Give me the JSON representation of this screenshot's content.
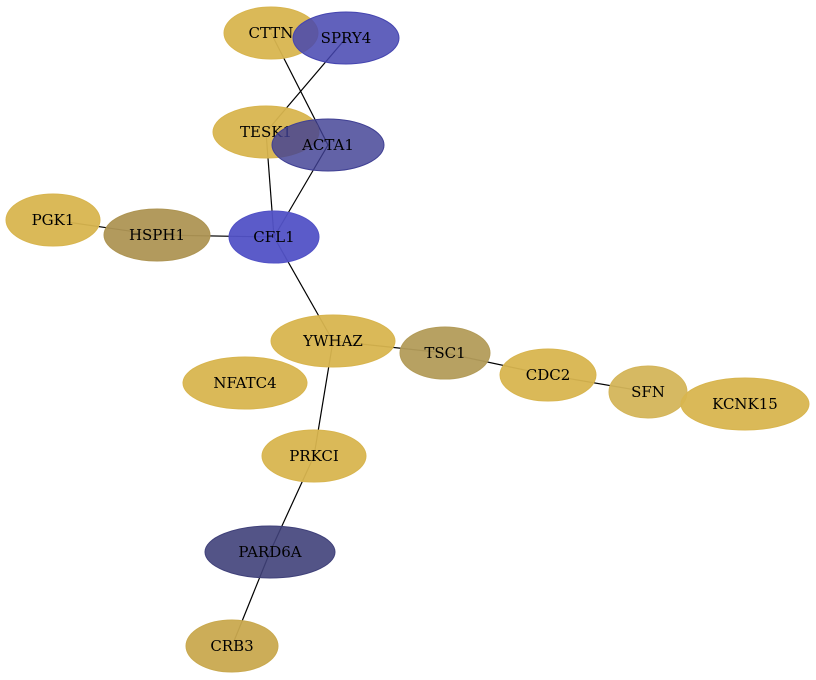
{
  "graph": {
    "colors": {
      "gold": "#d8b54f",
      "olive": "#ae9554",
      "dark_gold": "#b8a05e",
      "blue": "#4a4ab8",
      "violet": "#5252c6",
      "navy": "#40417a",
      "edge": "#000000"
    },
    "nodes": [
      {
        "id": "CTTN",
        "label": "CTTN",
        "color": "#d8b54f"
      },
      {
        "id": "SPRY4",
        "label": "SPRY4",
        "color": "#4545b0"
      },
      {
        "id": "TESK1",
        "label": "TESK1",
        "color": "#d8b54f"
      },
      {
        "id": "ACTA1",
        "label": "ACTA1",
        "color": "#404094"
      },
      {
        "id": "PGK1",
        "label": "PGK1",
        "color": "#d8b54f"
      },
      {
        "id": "HSPH1",
        "label": "HSPH1",
        "color": "#ae9554"
      },
      {
        "id": "CFL1",
        "label": "CFL1",
        "color": "#5252c6"
      },
      {
        "id": "YWHAZ",
        "label": "YWHAZ",
        "color": "#d8b54f"
      },
      {
        "id": "TSC1",
        "label": "TSC1",
        "color": "#b39c5a"
      },
      {
        "id": "NFATC4",
        "label": "NFATC4",
        "color": "#d8b54f"
      },
      {
        "id": "CDC2",
        "label": "CDC2",
        "color": "#d8b54f"
      },
      {
        "id": "SFN",
        "label": "SFN",
        "color": "#d4b55a"
      },
      {
        "id": "KCNK15",
        "label": "KCNK15",
        "color": "#d8b54f"
      },
      {
        "id": "PRKCI",
        "label": "PRKCI",
        "color": "#d8b54f"
      },
      {
        "id": "PARD6A",
        "label": "PARD6A",
        "color": "#40417a"
      },
      {
        "id": "CRB3",
        "label": "CRB3",
        "color": "#c9a94f"
      }
    ],
    "edges": [
      {
        "source": "CTTN",
        "target": "ACTA1"
      },
      {
        "source": "SPRY4",
        "target": "TESK1"
      },
      {
        "source": "TESK1",
        "target": "CFL1"
      },
      {
        "source": "ACTA1",
        "target": "CFL1"
      },
      {
        "source": "PGK1",
        "target": "HSPH1"
      },
      {
        "source": "HSPH1",
        "target": "CFL1"
      },
      {
        "source": "CFL1",
        "target": "YWHAZ"
      },
      {
        "source": "YWHAZ",
        "target": "TSC1"
      },
      {
        "source": "TSC1",
        "target": "CDC2"
      },
      {
        "source": "CDC2",
        "target": "SFN"
      },
      {
        "source": "YWHAZ",
        "target": "PRKCI"
      },
      {
        "source": "PRKCI",
        "target": "PARD6A"
      },
      {
        "source": "PARD6A",
        "target": "CRB3"
      }
    ]
  }
}
